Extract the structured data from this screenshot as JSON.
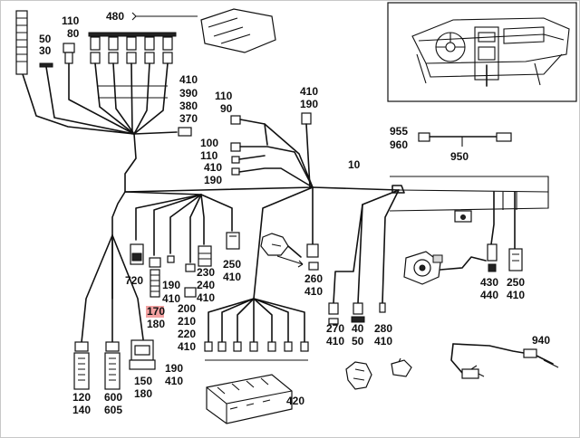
{
  "diagram": {
    "highlight_color": "#f3a1a1",
    "labels": {
      "l480": "480",
      "l110a": "110",
      "l80": "80",
      "l50": "50",
      "l30": "30",
      "l410a": "410",
      "l390": "390",
      "l380": "380",
      "l370": "370",
      "l110b": "110",
      "l90": "90",
      "l410b": "410",
      "l190a": "190",
      "l100": "100",
      "l110c": "110",
      "l410c": "410",
      "l190b": "190",
      "l955": "955",
      "l960": "960",
      "l950": "950",
      "l10": "10",
      "l720": "720",
      "l190c": "190",
      "l410d": "410",
      "l170": "170",
      "l180a": "180",
      "l230": "230",
      "l240": "240",
      "l410e": "410",
      "l200": "200",
      "l210": "210",
      "l220": "220",
      "l410f": "410",
      "l250a": "250",
      "l410g": "410",
      "l260": "260",
      "l410h": "410",
      "l270": "270",
      "l410i": "410",
      "l40": "40",
      "l50b": "50",
      "l280": "280",
      "l410j": "410",
      "l430": "430",
      "l440": "440",
      "l250b": "250",
      "l410k": "410",
      "l940": "940",
      "l120": "120",
      "l140": "140",
      "l600": "600",
      "l605": "605",
      "l150": "150",
      "l180b": "180",
      "l190d": "190",
      "l410l": "410",
      "l420": "420"
    }
  }
}
